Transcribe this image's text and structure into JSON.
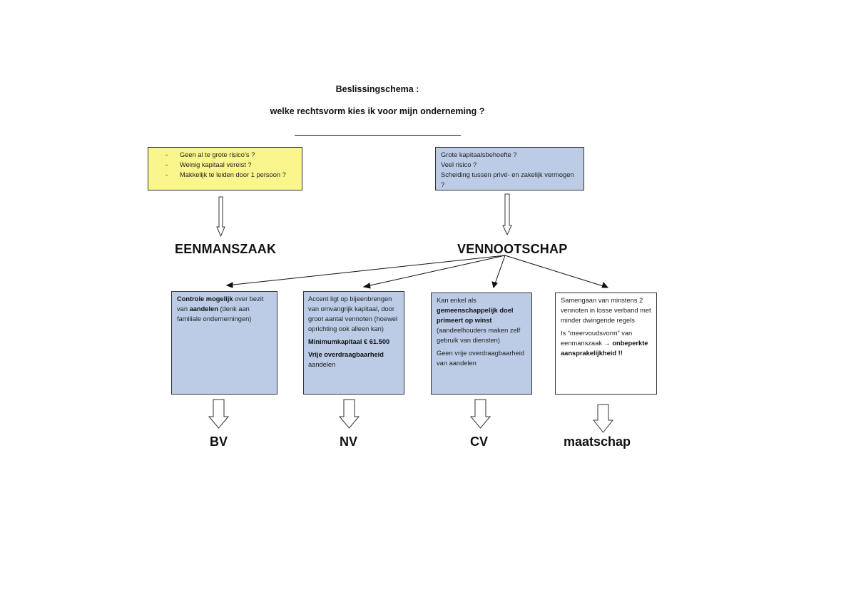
{
  "header": {
    "title": "Beslissingschema :",
    "subtitle": "welke rechtsvorm kies ik voor mijn onderneming ?"
  },
  "left_box": {
    "items": [
      "Geen al te grote risico’s ?",
      "Weinig kapitaal vereist  ?",
      "Makkelijk te leiden door 1 persoon ?"
    ]
  },
  "right_box": {
    "lines": [
      "Grote kapitaalsbehoefte ?",
      "Veel risico ?",
      "Scheiding tussen privé- en zakelijk vermogen ?"
    ]
  },
  "outcomes": {
    "eenmanszaak": "EENMANSZAAK",
    "vennootschap": "VENNOOTSCHAP"
  },
  "bv_box": {
    "bold1": "Controle mogelijk",
    "text1": " over bezit van ",
    "bold2": "aandelen",
    "text2": " (denk aan familiale ondernemingen)"
  },
  "nv_box": {
    "p1": "Accent ligt op bijeenbrengen van omvangrijk kapitaal, door groot aantal vennoten (hoewel oprichting ook alleen kan)",
    "p2": "Minimumkapitaal € 61.500",
    "p3_bold": "Vrije overdraagbaarheid",
    "p3_text": " aandelen"
  },
  "cv_box": {
    "text1": "Kan enkel als ",
    "bold1": "gemeenschappelijk doel primeert op winst",
    "text2": " (aandeelhouders maken zelf gebruik van diensten)",
    "p2": "Geen vrije overdraagbaarheid van aandelen"
  },
  "maatschap_box": {
    "p1": "Samengaan van minstens 2 vennoten in losse verband met minder dwingende regels",
    "text1": "Is “meervoudsvorm” van eenmanszaak ",
    "arrow": "→",
    "bold1": " onbeperkte aansprakelijkheid !!"
  },
  "forms": {
    "bv": "BV",
    "nv": "NV",
    "cv": "CV",
    "maatschap": "maatschap"
  },
  "colors": {
    "yellow_box": "#faf58c",
    "blue_box": "#bccce6"
  }
}
